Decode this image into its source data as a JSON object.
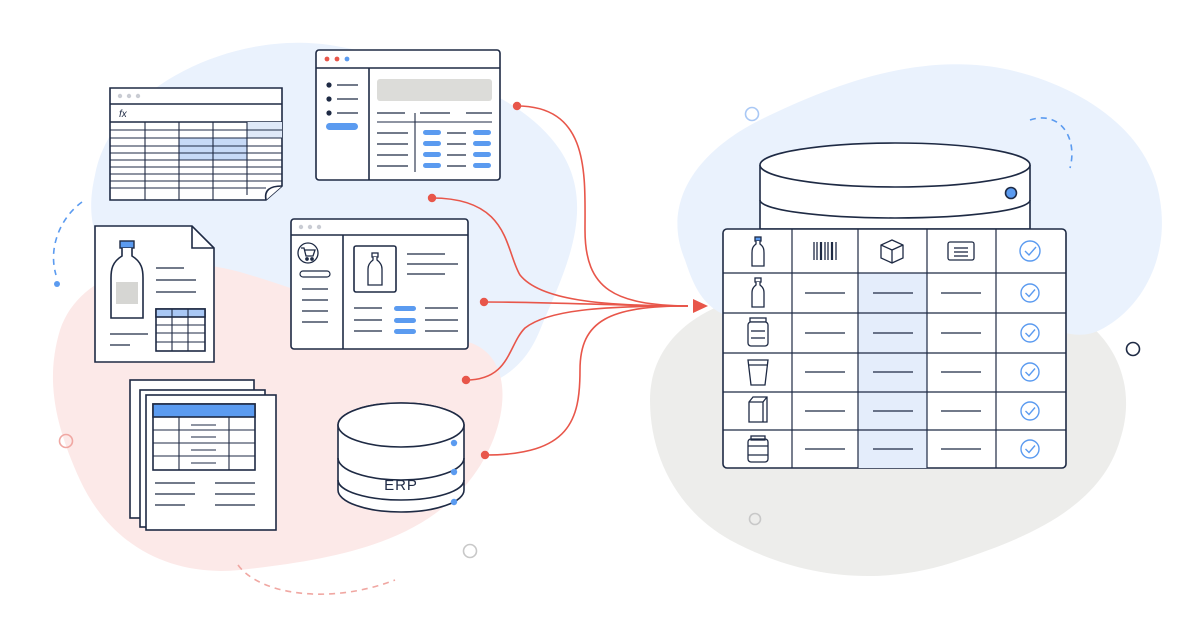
{
  "erp": {
    "label": "ERP"
  },
  "spreadsheet": {
    "formula_label": "fx"
  },
  "colors": {
    "ink": "#1e2a44",
    "accent_blue": "#5b9bf0",
    "light_blue": "#a9c8f5",
    "arrow_red": "#e8564a",
    "blob_blue": "#eaf2fd",
    "blob_pink": "#fce9e8",
    "blob_gray": "#ededeb",
    "tint_blue": "#e4edfb"
  },
  "output_table": {
    "header_icons": [
      "bottle-icon",
      "barcode-icon",
      "box-icon",
      "label-icon",
      "check-circle-icon"
    ],
    "row_icons": [
      "bottle-icon",
      "jar-icon",
      "cup-icon",
      "carton-icon",
      "can-icon"
    ],
    "row_count": 6
  }
}
